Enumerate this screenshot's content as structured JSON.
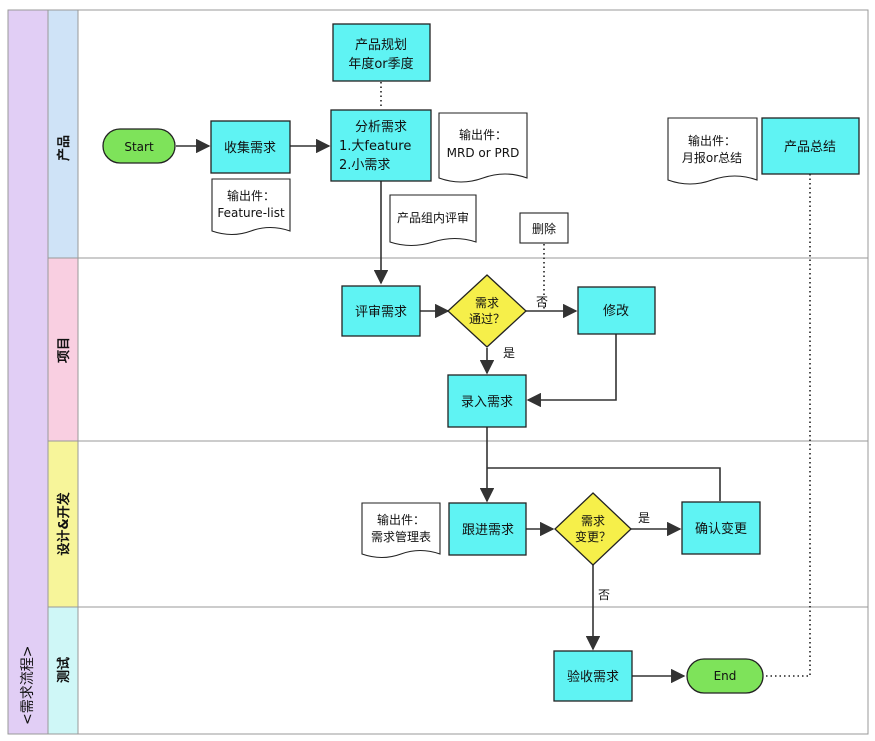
{
  "title": "<需求流程>",
  "lanes": [
    {
      "label": "产品",
      "color": "#cfe3f7"
    },
    {
      "label": "项目",
      "color": "#f9cfe1"
    },
    {
      "label": "设计&开发",
      "color": "#f7f59a"
    },
    {
      "label": "测试",
      "color": "#cff7f7"
    }
  ],
  "colors": {
    "title_bar": "#e1cef5",
    "process": "#5ff3f3",
    "decision": "#f6ef4a",
    "terminal": "#7ee35a"
  },
  "nodes": {
    "start": "Start",
    "collect": "收集需求",
    "plan": [
      "产品规划",
      "年度or季度"
    ],
    "analyze": [
      "分析需求",
      "1.大feature",
      "2.小需求"
    ],
    "doc_mrd": [
      "输出件：",
      "MRD or PRD"
    ],
    "doc_feature": [
      "输出件：",
      "Feature-list"
    ],
    "doc_review": [
      "产品组内评审"
    ],
    "doc_monthly": [
      "输出件：",
      "月报or总结"
    ],
    "summary": "产品总结",
    "delete": "删除",
    "review": "评审需求",
    "pass": [
      "需求",
      "通过？"
    ],
    "modify": "修改",
    "enter": "录入需求",
    "doc_mgmt": [
      "输出件：",
      "需求管理表"
    ],
    "follow": "跟进需求",
    "change": [
      "需求",
      "变更？"
    ],
    "confirm": "确认变更",
    "accept": "验收需求",
    "end": "End"
  },
  "edge_labels": {
    "no1": "否",
    "yes1": "是",
    "yes2": "是",
    "no2": "否"
  }
}
